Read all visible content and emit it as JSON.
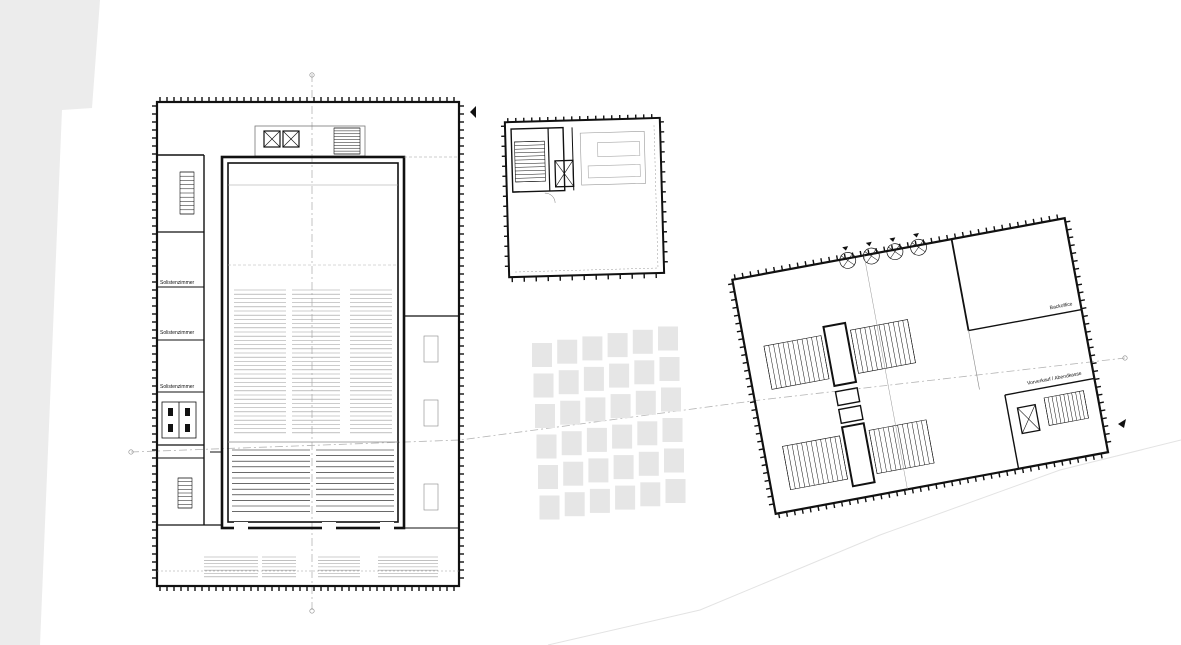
{
  "labels": {
    "solist_1": "Solistenzimmer",
    "solist_2": "Solistenzimmer",
    "solist_3": "Solistenzimmer",
    "backoffice": "Backoffice",
    "box_office": "Vorverkauf / Abendkasse"
  },
  "colors": {
    "ink": "#111111",
    "terrain": "#ececec",
    "paving": "#e6e6e6",
    "thin_line": "#9a9a9a",
    "axis_line": "#b5b5b5"
  }
}
